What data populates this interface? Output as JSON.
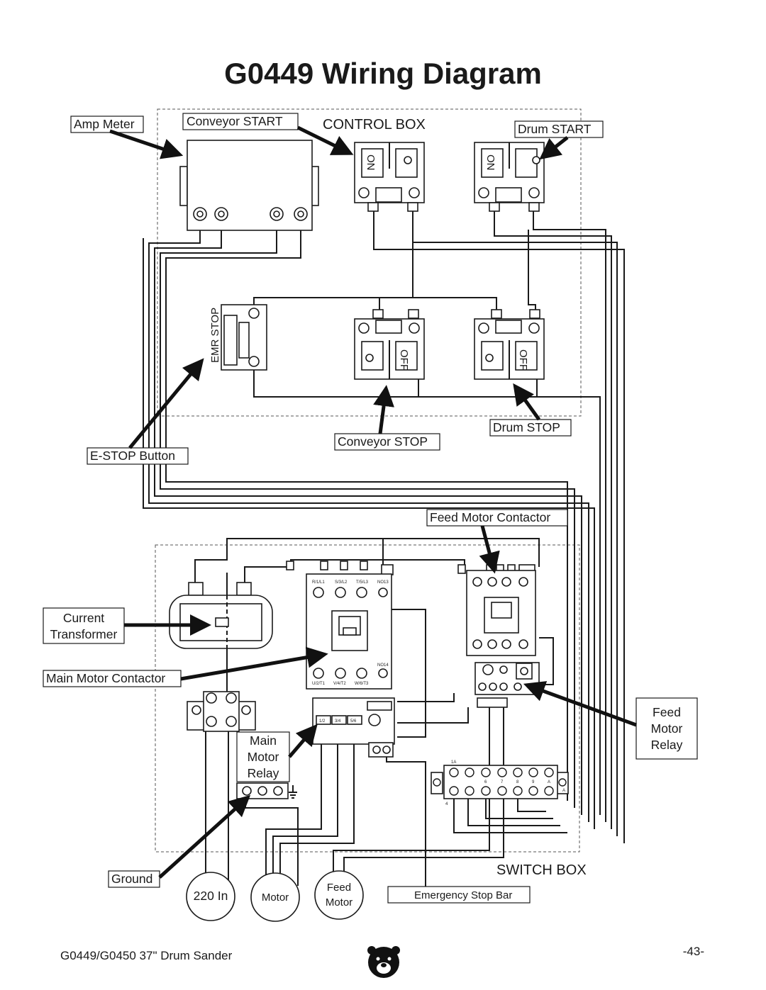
{
  "title": "G0449 Wiring Diagram",
  "boxes": {
    "control_box": "CONTROL BOX",
    "switch_box": "SWITCH BOX"
  },
  "labels": {
    "amp_meter": "Amp Meter",
    "conveyor_start": "Conveyor START",
    "drum_start": "Drum START",
    "estop_button": "E-STOP Button",
    "conveyor_stop": "Conveyor STOP",
    "drum_stop": "Drum STOP",
    "feed_motor_contactor": "Feed Motor Contactor",
    "current_transformer_1": "Current",
    "current_transformer_2": "Transformer",
    "main_motor_contactor": "Main Motor Contactor",
    "main_motor_relay_1": "Main",
    "main_motor_relay_2": "Motor",
    "main_motor_relay_3": "Relay",
    "feed_motor_relay_1": "Feed",
    "feed_motor_relay_2": "Motor",
    "feed_motor_relay_3": "Relay",
    "ground": "Ground",
    "emergency_stop_bar": "Emergency Stop Bar"
  },
  "device_text": {
    "on": "ON",
    "off": "OFF",
    "emr_stop": "EMR STOP"
  },
  "circles": {
    "in_220": "220 In",
    "motor": "Motor",
    "feed_motor_1": "Feed",
    "feed_motor_2": "Motor"
  },
  "terminals": {
    "main_top": [
      "R/1/L1",
      "S/3/L2",
      "T/5/L3",
      "NO13"
    ],
    "main_bottom": [
      "U/2/T1",
      "V/4/T2",
      "W/6/T3",
      "NO14"
    ],
    "relay": [
      "1/2",
      "3/4",
      "5/6"
    ],
    "strip_numbers": [
      "1A",
      "6",
      "7",
      "8",
      "9",
      "A",
      "A",
      "4"
    ]
  },
  "footer": {
    "model": "G0449/G0450 37\" Drum Sander",
    "page": "-43-",
    "logo": "bear-head-logo"
  }
}
